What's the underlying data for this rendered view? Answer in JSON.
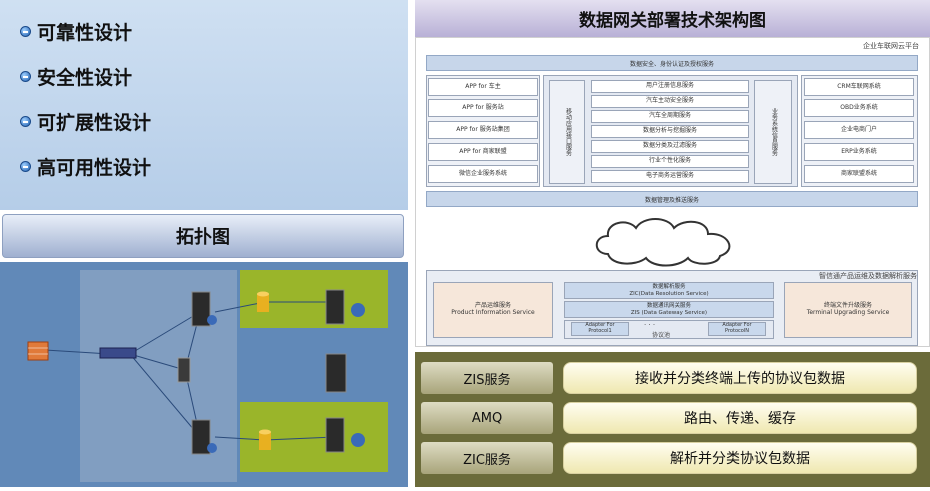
{
  "design": {
    "items": [
      "可靠性设计",
      "安全性设计",
      "可扩展性设计",
      "高可用性设计"
    ]
  },
  "topology": {
    "title": "拓扑图"
  },
  "architecture": {
    "title": "数据网关部署技术架构图",
    "cloud_platform_label": "企业车联网云平台",
    "top_bar": "数据安全、身份认证及授权服务",
    "left_apps": [
      "APP for 车主",
      "APP for 服务站",
      "APP for 服务站集团",
      "APP for 商家联盟",
      "微信企业服务系统"
    ],
    "left_gateway": "移动应用接口服务",
    "center_services": [
      "用户注册信息服务",
      "汽车主动安全服务",
      "汽车全周期服务",
      "数据分析与挖掘服务",
      "数据分类及过滤服务",
      "行业个性化服务",
      "电子商务运营服务"
    ],
    "right_gateway": "业务系统信息服务",
    "right_systems": [
      "CRM车联网系统",
      "OBD业务系统",
      "企业电商门户",
      "ERP业务系统",
      "商家联盟系统"
    ],
    "bottom_bar": "数据管理及推送服务",
    "ops_label": "智信通产品运维及数据解析服务",
    "product_info": "产品运维服务\nProduct Information Service",
    "zic_box": "数据解析服务\nZIC(Data Resolution Service)",
    "zis_box": "数据通讯网关服务\nZIS (Data Gateway Service)",
    "adapter1": "Adapter For\nProtocol1",
    "adapter_dots": "· · ·",
    "protocol_pool": "协议池",
    "adapterN": "Adapter For\nProtocolN",
    "upgrading": "终端文件升级服务\nTerminal Upgrading Service"
  },
  "services": [
    {
      "name": "ZIS服务",
      "desc": "接收并分类终端上传的协议包数据"
    },
    {
      "name": "AMQ",
      "desc": "路由、传递、缓存"
    },
    {
      "name": "ZIC服务",
      "desc": "解析并分类协议包数据"
    }
  ],
  "colors": {
    "topo_bg": "#6189b8",
    "svc_bg": "#6b6b3a",
    "green_zone": "#9ab52a"
  }
}
